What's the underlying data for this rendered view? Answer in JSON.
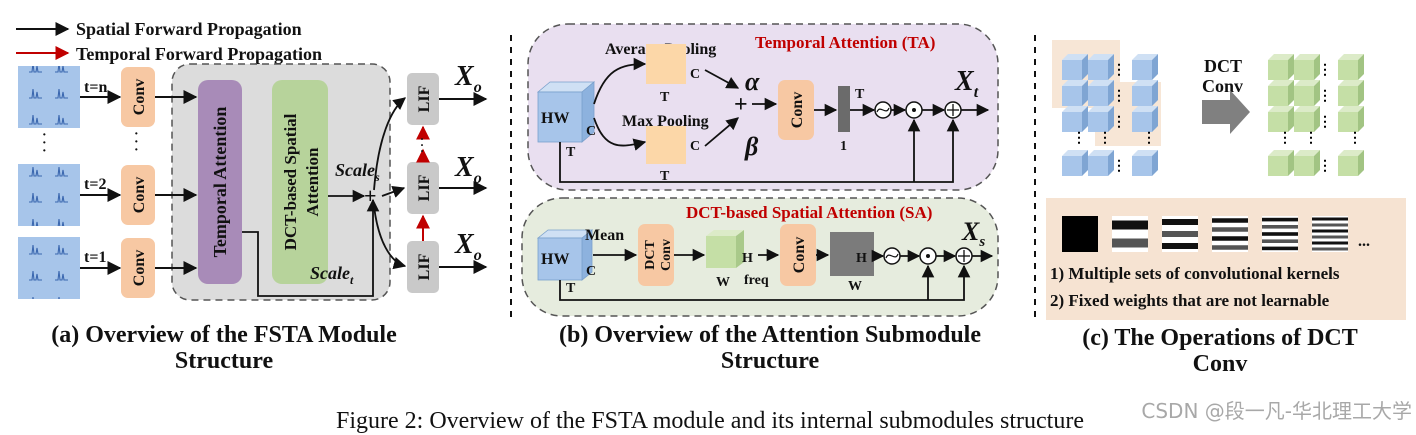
{
  "legend": {
    "spatial": "Spatial Forward Propagation",
    "temporal": "Temporal Forward Propagation"
  },
  "panel_a": {
    "steps": [
      "t=n",
      "t=2",
      "t=1"
    ],
    "conv": "Conv",
    "dots": "·\n·\n·",
    "temporal_attention": "Temporal Attention",
    "spatial_attention_l1": "DCT-based Spatial",
    "spatial_attention_l2": "Attention",
    "scale_s": "Scale",
    "scale_s_sub": "s",
    "scale_t": "Scale",
    "scale_t_sub": "t",
    "lif": "LIF",
    "out": "X",
    "out_sub": "o",
    "caption_l1": "(a) Overview of the FSTA Module",
    "caption_l2": "Structure"
  },
  "panel_b": {
    "ta_title": "Temporal Attention (TA)",
    "sa_title": "DCT-based Spatial Attention (SA)",
    "hw": "HW",
    "c": "C",
    "t": "T",
    "avg_pool": "Average Pooling",
    "max_pool": "Max Pooling",
    "alpha": "α",
    "beta": "β",
    "conv": "Conv",
    "one": "1",
    "xt": "X",
    "xt_sub": "t",
    "xs": "X",
    "xs_sub": "s",
    "mean": "Mean",
    "dct_conv_l1": "DCT",
    "dct_conv_l2": "Conv",
    "h": "H",
    "w": "W",
    "freq": "freq",
    "caption_l1": "(b) Overview of the Attention Submodule",
    "caption_l2": "Structure"
  },
  "panel_c": {
    "dct_conv_l1": "DCT",
    "dct_conv_l2": "Conv",
    "note1": "1) Multiple sets of convolutional kernels",
    "note2": "2) Fixed weights that are not learnable",
    "ellipsis": "...",
    "caption_l1": "(c) The Operations of DCT",
    "caption_l2": "Conv"
  },
  "figure_caption": "Figure 2: Overview of the FSTA module and its internal submodules structure",
  "watermark": "CSDN @段一凡-华北理工大学",
  "colors": {
    "conv": "#f7c8a3",
    "temporal_att": "#a88bb8",
    "spatial_att": "#b7d39b",
    "lif": "#c9c9c9",
    "cube_blue": "#a7c5ea",
    "cube_green": "#c5dfa6",
    "red_arrow": "#c00000",
    "panel_gray": "#dcdcdc",
    "ta_bg": "#e9dff0",
    "sa_bg": "#e6ecde",
    "c_bg": "#f6e3d2"
  }
}
